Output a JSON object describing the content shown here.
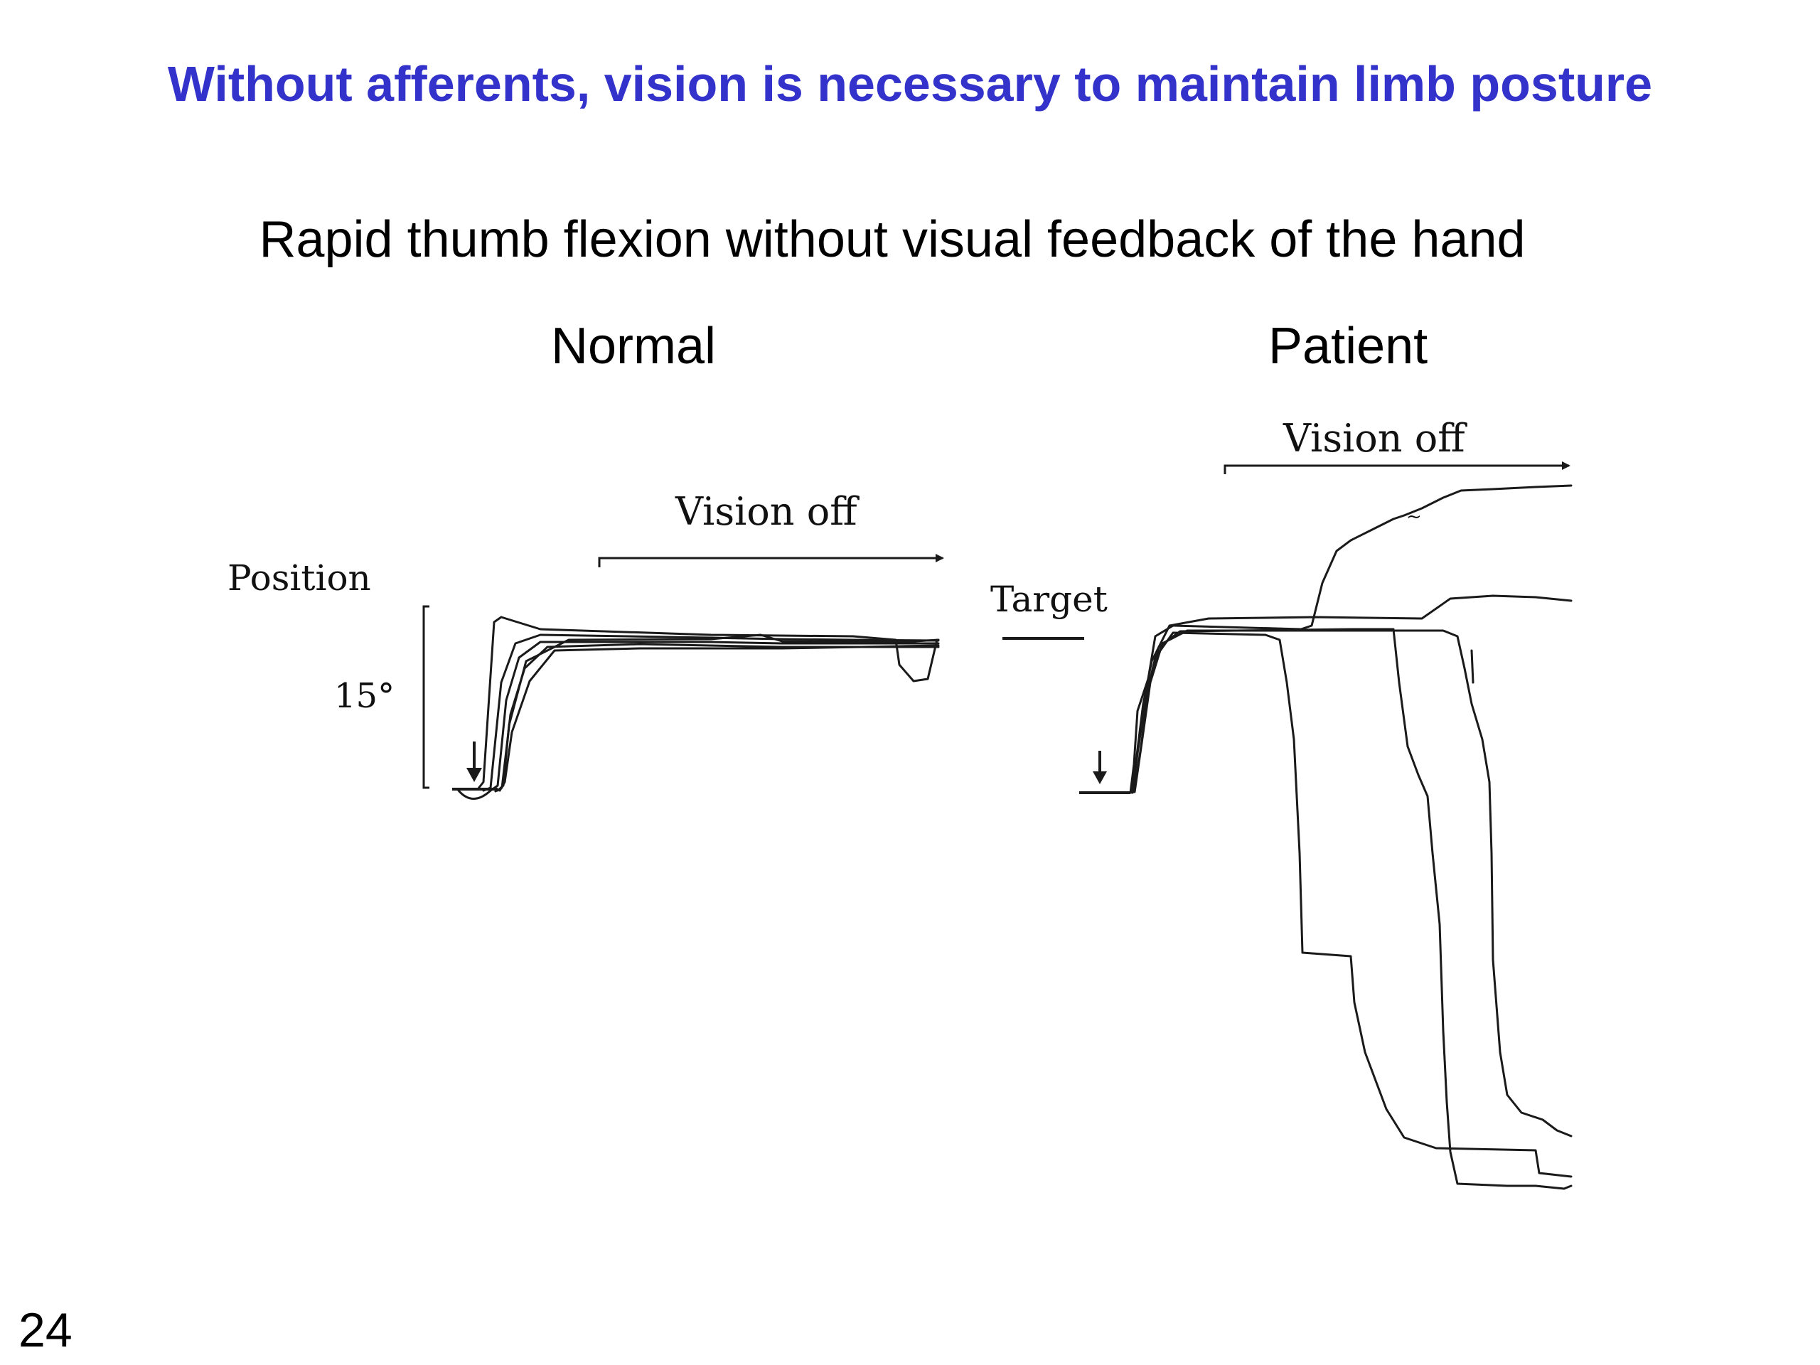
{
  "slide": {
    "title": "Without afferents, vision is necessary to maintain limb posture",
    "subtitle": "Rapid thumb flexion without visual feedback of the hand",
    "page_number": "24",
    "title_color": "#3333cc"
  },
  "panels": {
    "normal": {
      "label": "Normal"
    },
    "patient": {
      "label": "Patient"
    }
  },
  "figure": {
    "normal_vision_off": "Vision off",
    "patient_vision_off": "Vision off",
    "position_label": "Position",
    "scale_label": "15°",
    "target_label": "Target"
  }
}
